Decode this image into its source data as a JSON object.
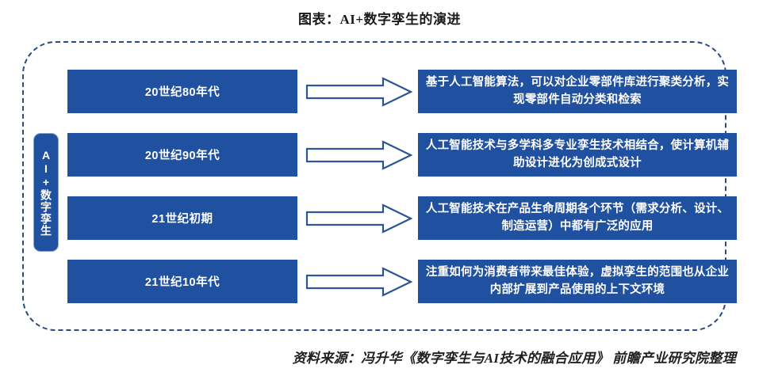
{
  "title": "图表：AI+数字孪生的演进",
  "vertical_label": "AI+数字孪生",
  "colors": {
    "box_blue": "#2050A0",
    "frame_dash": "#2b4a7d",
    "arrow_stroke": "#2b5797",
    "arrow_fill": "#ffffff",
    "text_white": "#ffffff",
    "title_text": "#1a1a1a"
  },
  "rows": [
    {
      "era": "20世纪80年代",
      "arrow": "right-arrow-icon",
      "description": "基于人工智能算法，可以对企业零部件库进行聚类分析，实现零部件自动分类和检索"
    },
    {
      "era": "20世纪90年代",
      "arrow": "right-arrow-icon",
      "description": "人工智能技术与多学科多专业孪生技术相结合，使计算机辅助设计进化为创成式设计"
    },
    {
      "era": "21世纪初期",
      "arrow": "right-arrow-icon",
      "description": "人工智能技术在产品生命周期各个环节（需求分析、设计、制造运营）中都有广泛的应用"
    },
    {
      "era": "21世纪10年代",
      "arrow": "right-arrow-icon",
      "description": "注重如何为消费者带来最佳体验，虚拟孪生的范围也从企业内部扩展到产品使用的上下文环境"
    }
  ],
  "source": "资料来源：冯升华《数字孪生与AI技术的融合应用》 前瞻产业研究院整理"
}
